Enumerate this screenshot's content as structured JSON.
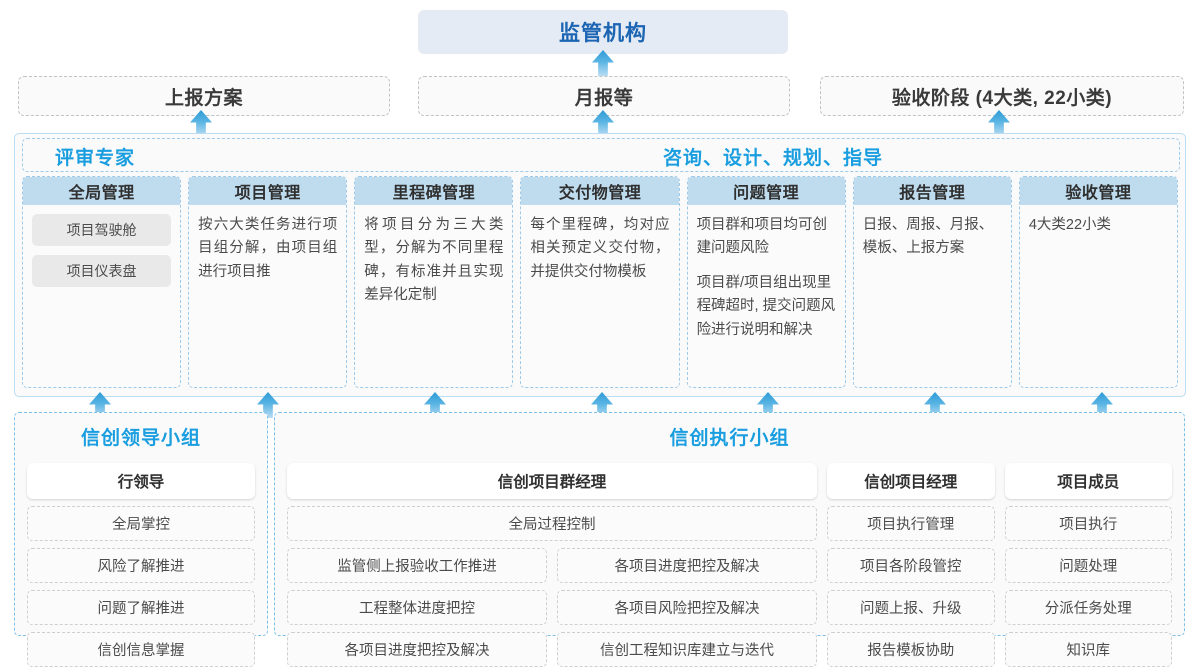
{
  "top": {
    "regulator": "监管机构"
  },
  "reports": [
    {
      "label": "上报方案"
    },
    {
      "label": "月报等"
    },
    {
      "label": "验收阶段 (4大类, 22小类)"
    }
  ],
  "band": {
    "headers": [
      {
        "label": "评审专家"
      },
      {
        "label": "咨询、设计、规划、指导"
      }
    ],
    "columns": [
      {
        "title": "全局管理",
        "chips": [
          "项目驾驶舱",
          "项目仪表盘"
        ],
        "paras": []
      },
      {
        "title": "项目管理",
        "chips": [],
        "paras": [
          "按六大类任务进行项目组分解，由项目组进行项目推"
        ]
      },
      {
        "title": "里程碑管理",
        "chips": [],
        "paras": [
          "将项目分为三大类型，分解为不同里程碑，有标准并且实现差异化定制"
        ]
      },
      {
        "title": "交付物管理",
        "chips": [],
        "paras": [
          "每个里程碑，均对应相关预定义交付物，并提供交付物模板"
        ]
      },
      {
        "title": "问题管理",
        "chips": [],
        "paras": [
          "项目群和项目均可创建问题风险",
          "项目群/项目组出现里程碑超时, 提交问题风险进行说明和解决"
        ]
      },
      {
        "title": "报告管理",
        "chips": [],
        "paras": [
          "日报、周报、月报、模板、上报方案"
        ]
      },
      {
        "title": "验收管理",
        "chips": [],
        "paras": [
          "4大类22小类"
        ]
      }
    ]
  },
  "bottom": {
    "leading_group": {
      "title": "信创领导小组",
      "role": "行领导",
      "items": [
        "全局掌控",
        "风险了解推进",
        "问题了解推进",
        "信创信息掌握"
      ]
    },
    "exec_group": {
      "title": "信创执行小组",
      "program_manager": {
        "role": "信创项目群经理",
        "full_item": "全局过程控制",
        "left_items": [
          "监管侧上报验收工作推进",
          "工程整体进度把控",
          "各项目进度把控及解决"
        ],
        "right_items": [
          "各项目进度把控及解决",
          "各项目风险把控及解决",
          "信创工程知识库建立与迭代"
        ]
      },
      "project_manager": {
        "role": "信创项目经理",
        "items": [
          "项目执行管理",
          "项目各阶段管控",
          "问题上报、升级",
          "报告模板协助"
        ]
      },
      "member": {
        "role": "项目成员",
        "items": [
          "项目执行",
          "问题处理",
          "分派任务处理",
          "知识库"
        ]
      }
    }
  },
  "arrows": {
    "to_regulator": [
      603
    ],
    "to_reports": [
      200,
      603,
      999
    ],
    "to_band": [
      100,
      268,
      435,
      602,
      768,
      935,
      1102
    ]
  },
  "colors": {
    "accent_blue": "#1a9ee0",
    "title_blue": "#1b65b3",
    "header_fill": "#bfdcef",
    "regulator_fill": "#e5ebf4",
    "dashed_blue": "#9ec9e8",
    "chip_gray": "#e9e9e9"
  }
}
